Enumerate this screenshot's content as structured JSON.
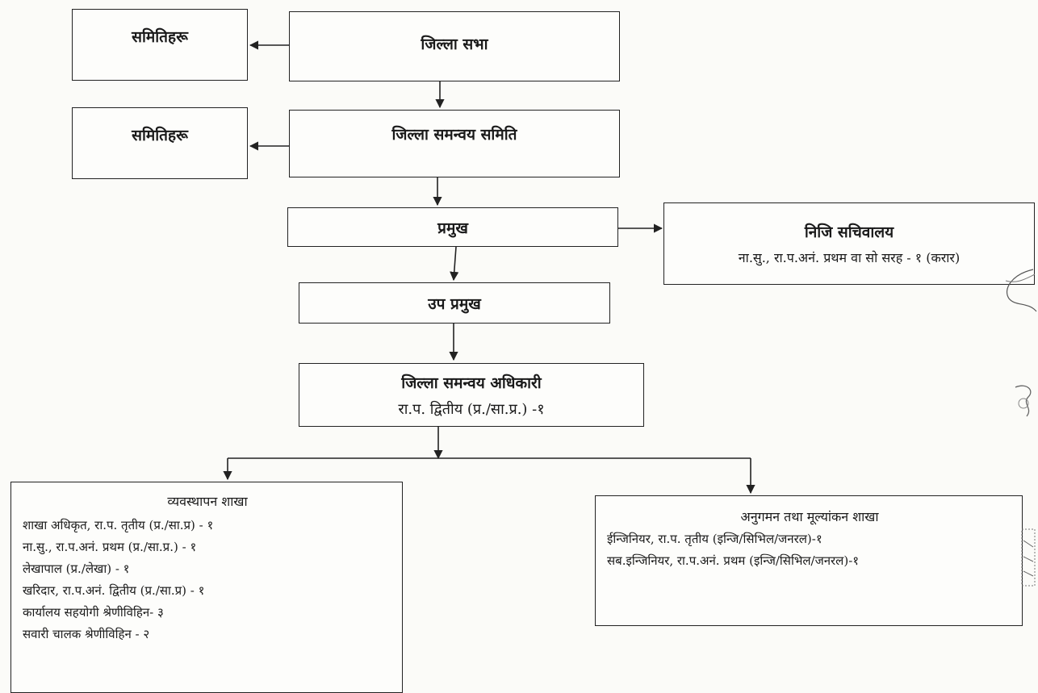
{
  "nodes": {
    "committees_1": "समितिहरू",
    "district_assembly": "जिल्ला सभा",
    "committees_2": "समितिहरू",
    "district_coordination_committee": "जिल्ला समन्वय समिति",
    "chief": "प्रमुख",
    "private_secretariat": {
      "title": "निजि सचिवालय",
      "staff": "ना.सु., रा.प.अनं. प्रथम वा सो सरह - १ (करार)"
    },
    "deputy_chief": "उप प्रमुख",
    "district_coordination_officer": {
      "title": "जिल्ला समन्वय अधिकारी",
      "staff": "रा.प. द्वितीय (प्र./सा.प्र.) -१"
    },
    "management_section": {
      "title": "व्यवस्थापन शाखा",
      "staff": [
        "शाखा अधिकृत, रा.प. तृतीय (प्र./सा.प्र) - १",
        "ना.सु., रा.प.अनं. प्रथम (प्र./सा.प्र.) - १",
        "लेखापाल (प्र./लेखा) - १",
        "खरिदार, रा.प.अनं. द्वितीय (प्र./सा.प्र) - १",
        "कार्यालय सहयोगी श्रेणीविहिन- ३",
        "सवारी चालक श्रेणीविहिन - २"
      ]
    },
    "monitoring_section": {
      "title": "अनुगमन तथा मूल्यांकन शाखा",
      "staff": [
        "ईन्जिनियर, रा.प. तृतीय (इन्जि/सिभिल/जनरल)-१",
        "सब.इन्जिनियर, रा.प.अनं. प्रथम (इन्जि/सिभिल/जनरल)-१"
      ]
    }
  },
  "colors": {
    "line": "#222222",
    "paper": "#fbfbf8"
  }
}
